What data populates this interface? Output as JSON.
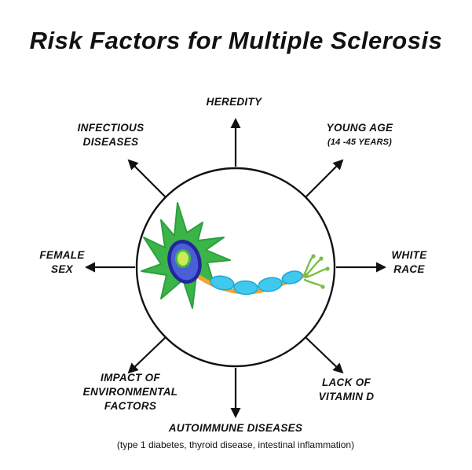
{
  "title": "Risk Factors for Multiple Sclerosis",
  "diagram": {
    "illustration": "neuron with damaged myelin sheath inside a circle, eight arrows radiating outward",
    "colors": {
      "outline": "#111111",
      "dendrites_green": "#3bb54a",
      "soma_blue": "#4a5fd6",
      "soma_outline": "#23269c",
      "nucleus_yellow_green": "#cdea57",
      "axon_orange": "#f0a431",
      "myelin_cyan": "#41c8ee",
      "terminal_green": "#76c043"
    },
    "factors": [
      {
        "id": "heredity",
        "position": "top",
        "lines": [
          "HEREDITY"
        ]
      },
      {
        "id": "young-age",
        "position": "top-right",
        "lines": [
          "YOUNG AGE",
          "(14 -45 YEARS)"
        ]
      },
      {
        "id": "infectious-diseases",
        "position": "top-left",
        "lines": [
          "INFECTIOUS",
          "DISEASES"
        ]
      },
      {
        "id": "female-sex",
        "position": "left",
        "lines": [
          "FEMALE",
          "SEX"
        ]
      },
      {
        "id": "white-race",
        "position": "right",
        "lines": [
          "WHITE",
          "RACE"
        ]
      },
      {
        "id": "environmental-factors",
        "position": "bottom-left",
        "lines": [
          "IMPACT OF",
          "ENVIRONMENTAL",
          "FACTORS"
        ]
      },
      {
        "id": "autoimmune-diseases",
        "position": "bottom",
        "lines": [
          "AUTOIMMUNE DISEASES"
        ],
        "subtitle": "(type 1 diabetes, thyroid disease, intestinal inflammation)"
      },
      {
        "id": "lack-of-vitamin-d",
        "position": "bottom-right",
        "lines": [
          "LACK OF",
          "VITAMIN D"
        ]
      }
    ]
  }
}
